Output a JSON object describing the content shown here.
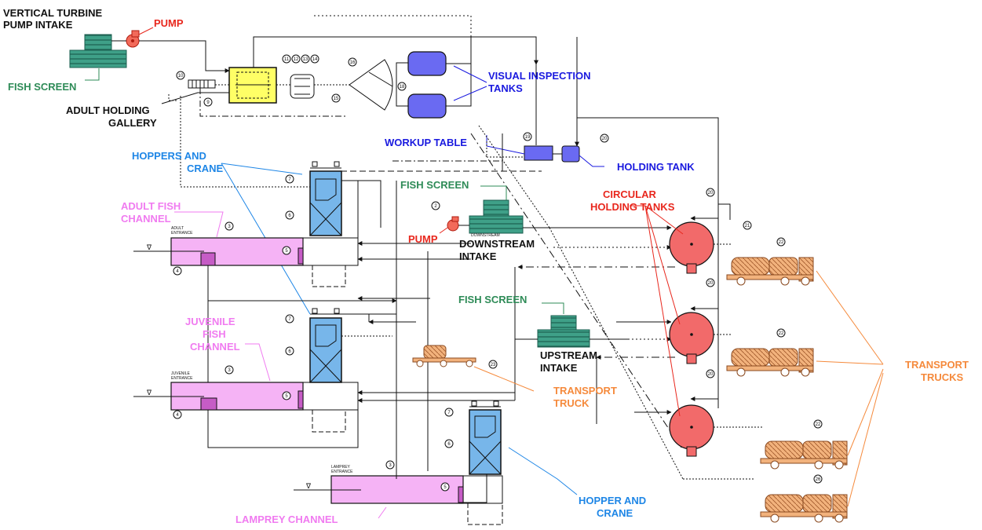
{
  "colors": {
    "black": "#111111",
    "green": "#2e8b57",
    "red": "#e8271d",
    "blue": "#1a1adf",
    "lightblue": "#1e86e6",
    "pink": "#f07bf0",
    "orange": "#f58a3c"
  },
  "labels": {
    "vt_intake_1": "VERTICAL TURBINE",
    "vt_intake_2": "PUMP INTAKE",
    "pump_top": "PUMP",
    "fish_screen_top": "FISH SCREEN",
    "adult_holding_1": "ADULT HOLDING",
    "adult_holding_2": "GALLERY",
    "visual_inspection_1": "VISUAL INSPECTION",
    "visual_inspection_2": "TANKS",
    "workup_table": "WORKUP TABLE",
    "holding_tank": "HOLDING TANK",
    "hoppers_crane_1": "HOPPERS AND",
    "hoppers_crane_2": "CRANE",
    "fish_screen_mid": "FISH SCREEN",
    "circular_1": "CIRCULAR",
    "circular_2": "HOLDING TANKS",
    "adult_channel_1": "ADULT FISH",
    "adult_channel_2": "CHANNEL",
    "pump_mid": "PUMP",
    "downstream_1": "DOWNSTREAM",
    "downstream_2": "INTAKE",
    "fish_screen_up": "FISH SCREEN",
    "juvenile_1": "JUVENILE",
    "juvenile_2": "FISH",
    "juvenile_3": "CHANNEL",
    "upstream_1": "UPSTREAM",
    "upstream_2": "INTAKE",
    "transport_truck_1": "TRANSPORT",
    "transport_truck_2": "TRUCK",
    "transport_trucks_1": "TRANSPORT",
    "transport_trucks_2": "TRUCKS",
    "hopper_crane_1": "HOPPER AND",
    "hopper_crane_2": "CRANE",
    "lamprey_channel": "LAMPREY CHANNEL"
  },
  "small_text": {
    "adult_entrance_1": "ADULT",
    "adult_entrance_2": "ENTRANCE",
    "juvenile_entrance_1": "JUVENILE",
    "juvenile_entrance_2": "ENTRANCE",
    "lamprey_entrance_1": "LAMPREY",
    "lamprey_entrance_2": "ENTRANCE",
    "downstream_small": "DOWNSTREAM"
  },
  "callouts": {
    "n2": "2",
    "n3": "3",
    "n4": "4",
    "n5": "5",
    "n6": "6",
    "n7": "7",
    "n8": "8",
    "n9": "9",
    "n10": "10",
    "n11": "11",
    "n12": "12",
    "n13": "13",
    "n14": "14",
    "n15": "15",
    "n16": "16",
    "n18": "18",
    "n19": "19",
    "n20": "20",
    "n21": "21",
    "n22": "22",
    "n23": "23",
    "n26": "26"
  }
}
